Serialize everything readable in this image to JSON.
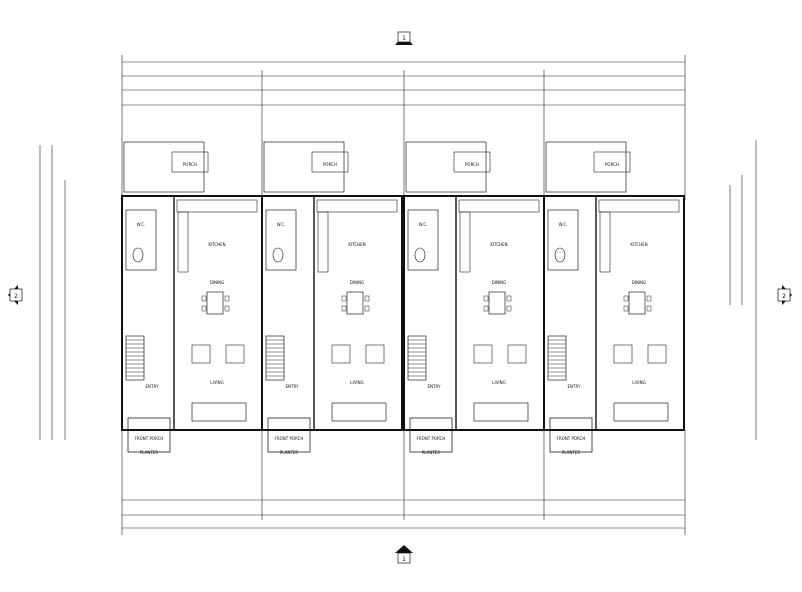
{
  "drawing": {
    "section_markers": {
      "top": "1",
      "bottom": "1",
      "left": "2",
      "right": "2"
    },
    "overall_dimension": "",
    "unit_labels": {
      "living": "LIVING",
      "dining": "DINING",
      "kitchen": "KITCHEN",
      "porch": "PORCH",
      "front_porch": "FRONT PORCH",
      "wc": "W.C.",
      "entry": "ENTRY",
      "planter": "PLANTER"
    },
    "note": ""
  }
}
